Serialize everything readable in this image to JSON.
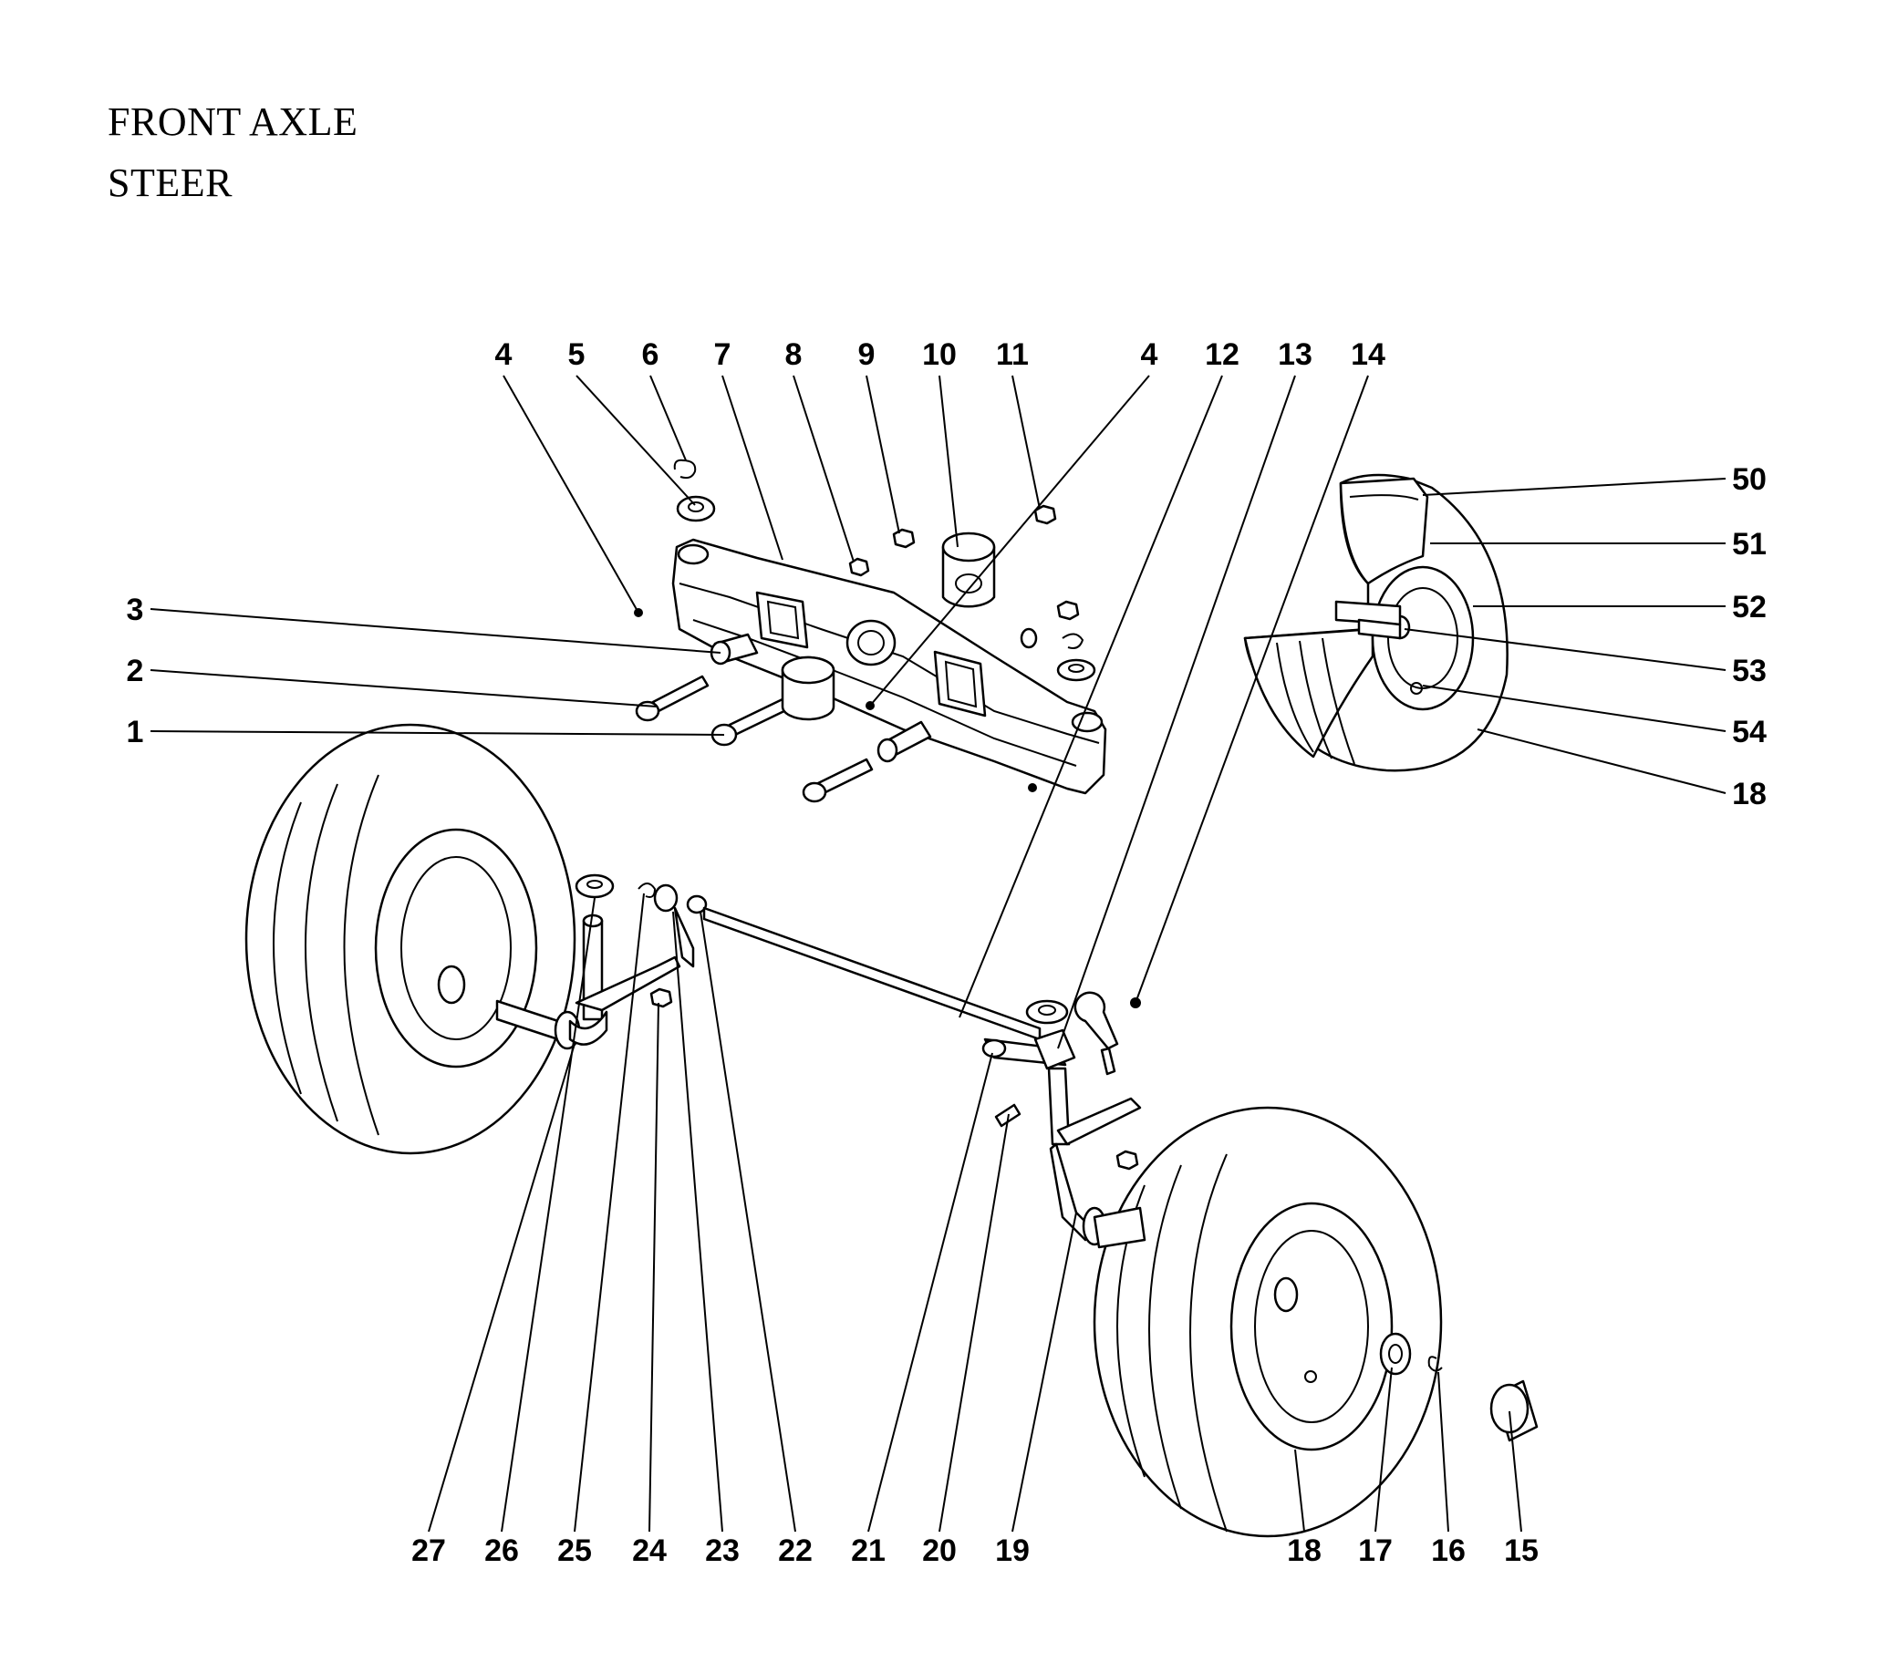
{
  "diagram": {
    "title_line_1": "FRONT AXLE",
    "title_line_2": "STEER",
    "callouts": {
      "c1": "1",
      "c2": "2",
      "c3": "3",
      "c4a": "4",
      "c5": "5",
      "c6": "6",
      "c7": "7",
      "c8": "8",
      "c9": "9",
      "c10": "10",
      "c11": "11",
      "c4b": "4",
      "c12": "12",
      "c13": "13",
      "c14": "14",
      "c50": "50",
      "c51": "51",
      "c52": "52",
      "c53": "53",
      "c54": "54",
      "c18a": "18",
      "c27": "27",
      "c26": "26",
      "c25": "25",
      "c24": "24",
      "c23": "23",
      "c22": "22",
      "c21": "21",
      "c20": "20",
      "c19": "19",
      "c18b": "18",
      "c17": "17",
      "c16": "16",
      "c15": "15"
    }
  }
}
